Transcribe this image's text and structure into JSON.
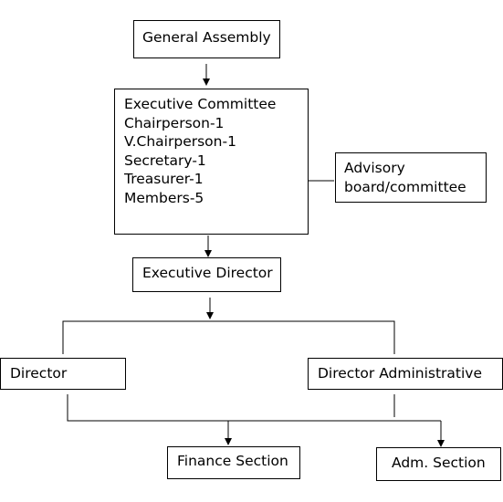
{
  "nodes": {
    "general_assembly": {
      "label": "General Assembly"
    },
    "executive_committee": {
      "lines": [
        "Executive Committee",
        "Chairperson-1",
        "V.Chairperson-1",
        "Secretary-1",
        "Treasurer-1",
        "Members-5"
      ]
    },
    "advisory_board": {
      "lines": [
        "Advisory",
        "board/committee"
      ]
    },
    "executive_director": {
      "label": "Executive Director"
    },
    "director": {
      "label": "Director"
    },
    "director_administrative": {
      "label": "Director Administrative"
    },
    "finance_section": {
      "label": "Finance Section"
    },
    "adm_section": {
      "label": "Adm. Section"
    }
  },
  "colors": {
    "line": "#000000",
    "box_border": "#000000",
    "background": "#ffffff"
  }
}
